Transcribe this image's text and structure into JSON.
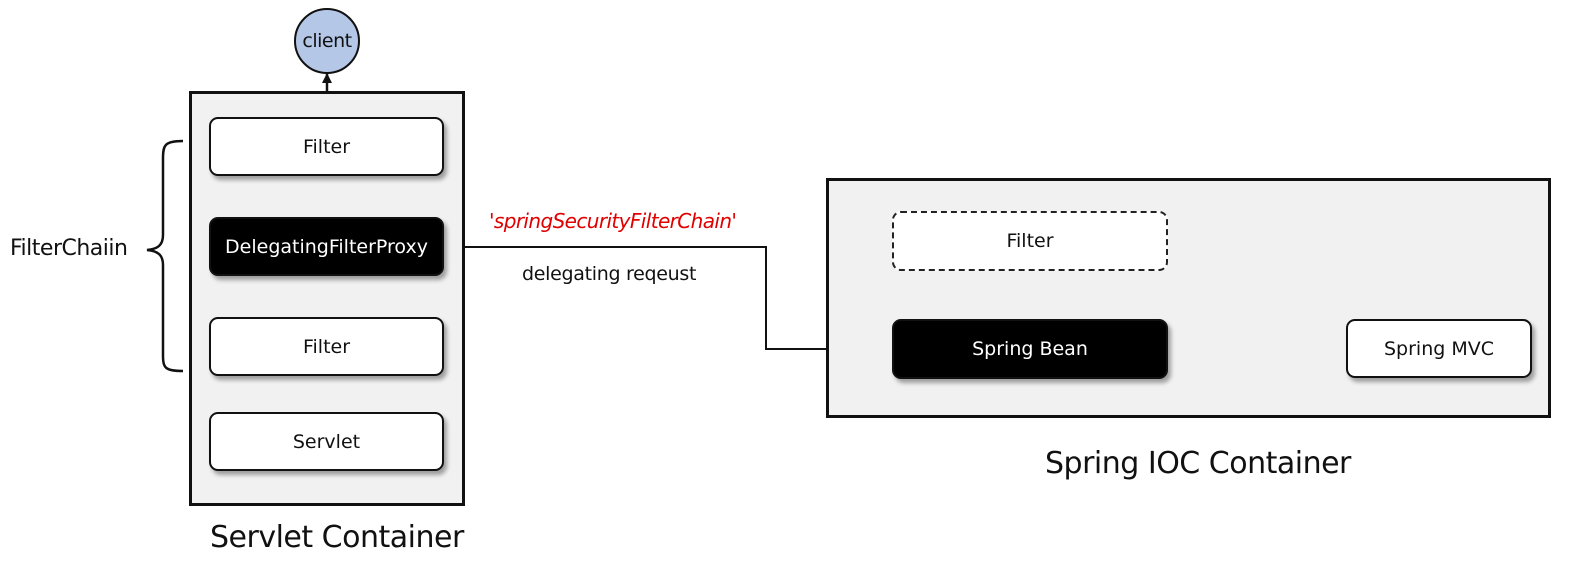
{
  "client": {
    "label": "client",
    "fill_color": "#b4c7e7"
  },
  "filter_chain": {
    "label": "FilterChaiin"
  },
  "servlet_container": {
    "title": "Servlet Container",
    "nodes": [
      {
        "label": "Filter",
        "style": "white"
      },
      {
        "label": "DelegatingFilterProxy",
        "style": "dark"
      },
      {
        "label": "Filter",
        "style": "white"
      },
      {
        "label": "Servlet",
        "style": "white"
      }
    ]
  },
  "delegation": {
    "bean_name": "'springSecurityFilterChain'",
    "bean_name_color": "#e00000",
    "caption": "delegating reqeust"
  },
  "spring_ioc_container": {
    "title": "Spring IOC Container",
    "nodes": [
      {
        "label": "Filter",
        "style": "dashed"
      },
      {
        "label": "Spring Bean",
        "style": "dark"
      },
      {
        "label": "Spring MVC",
        "style": "white"
      }
    ]
  }
}
